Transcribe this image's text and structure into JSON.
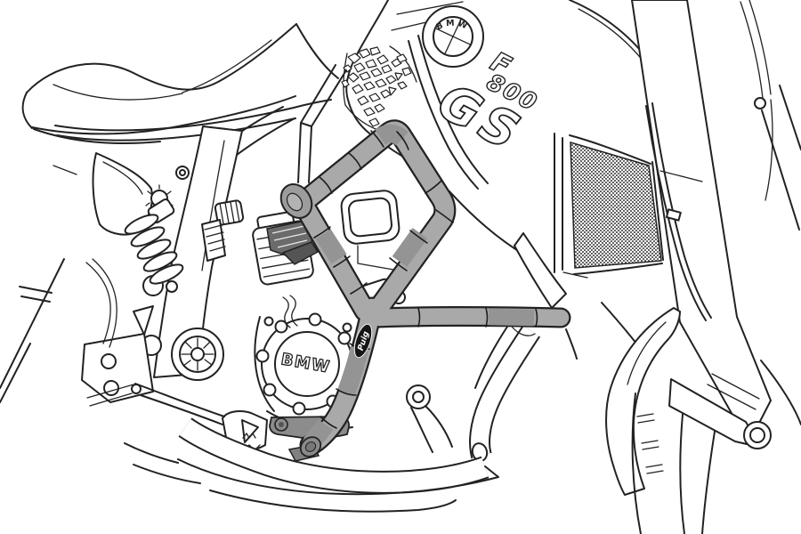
{
  "illustration": {
    "subject": "motorcycle-engine-guard-line-drawing",
    "labels": {
      "roundel": "BMW",
      "model_f": "F",
      "model_800": "800",
      "model_gs": "GS",
      "engine_cover": "BMW",
      "crashbar_brand": "Puig"
    },
    "colors": {
      "background": "#ffffff",
      "line": "#222222",
      "bar_fill": "#a9a9a9",
      "bar_dark": "#949494",
      "bar_bracket": "#8c8c8c",
      "logo_oval": "#151515",
      "radiator_dot": "#3f3f3f",
      "footpeg": "#6b6b6b"
    }
  }
}
